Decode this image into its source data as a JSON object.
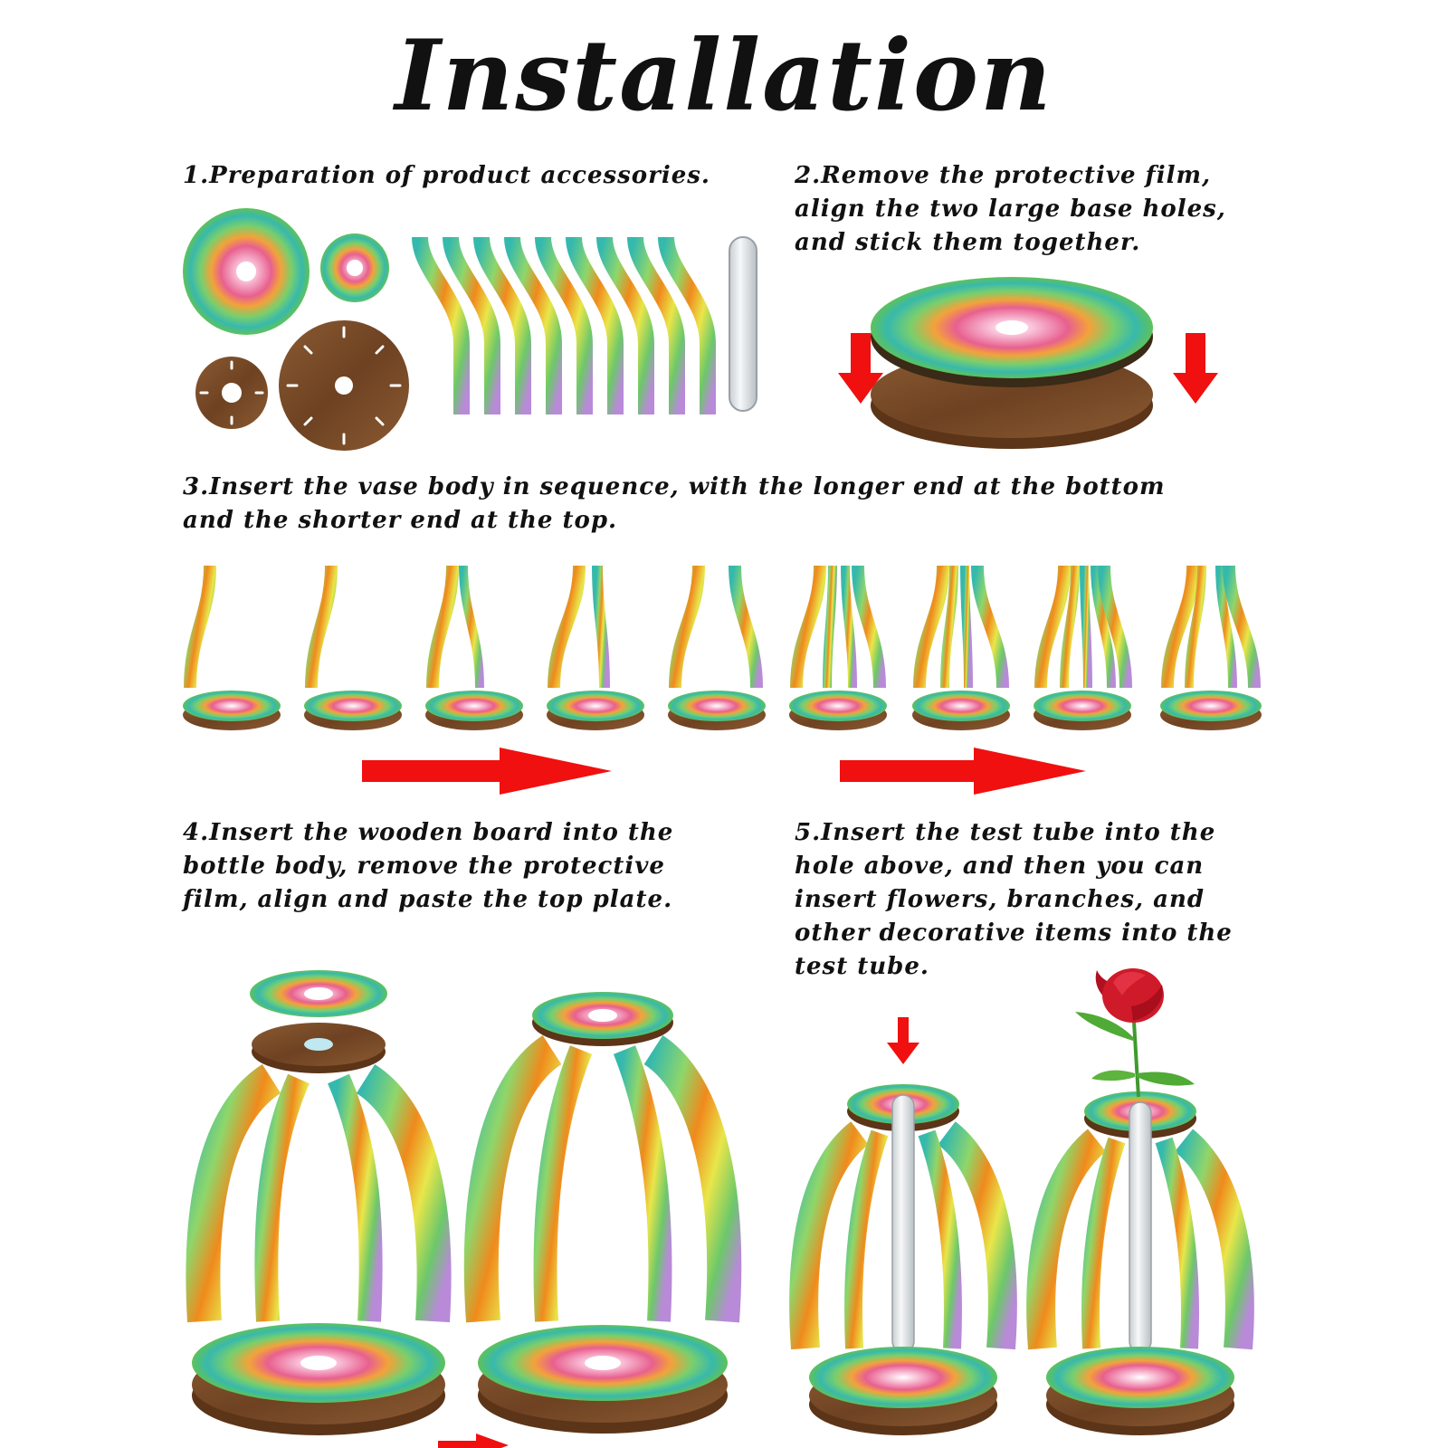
{
  "title": "Installation",
  "steps": [
    {
      "text": "1.Preparation of product accessories."
    },
    {
      "text": "2.Remove the protective film,\nalign the two large base holes,\nand stick them together."
    },
    {
      "text": "3.Insert the vase body in sequence, with the longer end at the bottom\nand the shorter end at the top."
    },
    {
      "text": "4.Insert the wooden board into the\nbottle body, remove the protective\nfilm, align and paste the top plate."
    },
    {
      "text": "5.Insert the test tube into the\nhole above, and then you can\ninsert flowers, branches, and\nother decorative items into the\ntest tube."
    }
  ],
  "colors": {
    "arrow": "#f01010",
    "wood": "#7a4a26",
    "wood_dark": "#5c3418",
    "green": "#6cc86a",
    "teal": "#2fb8b0",
    "pink": "#e8608f",
    "orange": "#f08a1c",
    "yellow": "#e9e64a",
    "glass": "#dfe3e6",
    "rose": "#d01828"
  }
}
